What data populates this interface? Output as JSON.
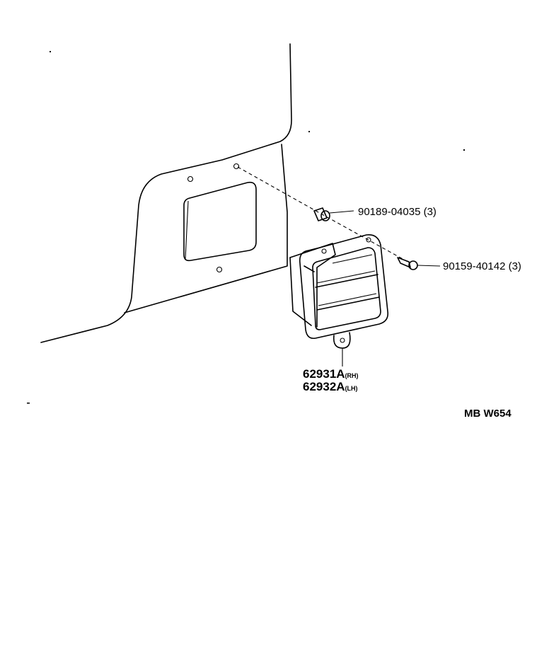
{
  "parts": {
    "clip": {
      "number": "90189-04035",
      "qty": "(3)"
    },
    "screw": {
      "number": "90159-40142",
      "qty": "(3)"
    },
    "vent_rh": {
      "number": "62931A",
      "side": "(RH)"
    },
    "vent_lh": {
      "number": "62932A",
      "side": "(LH)"
    }
  },
  "diagram_code": "MB W654"
}
